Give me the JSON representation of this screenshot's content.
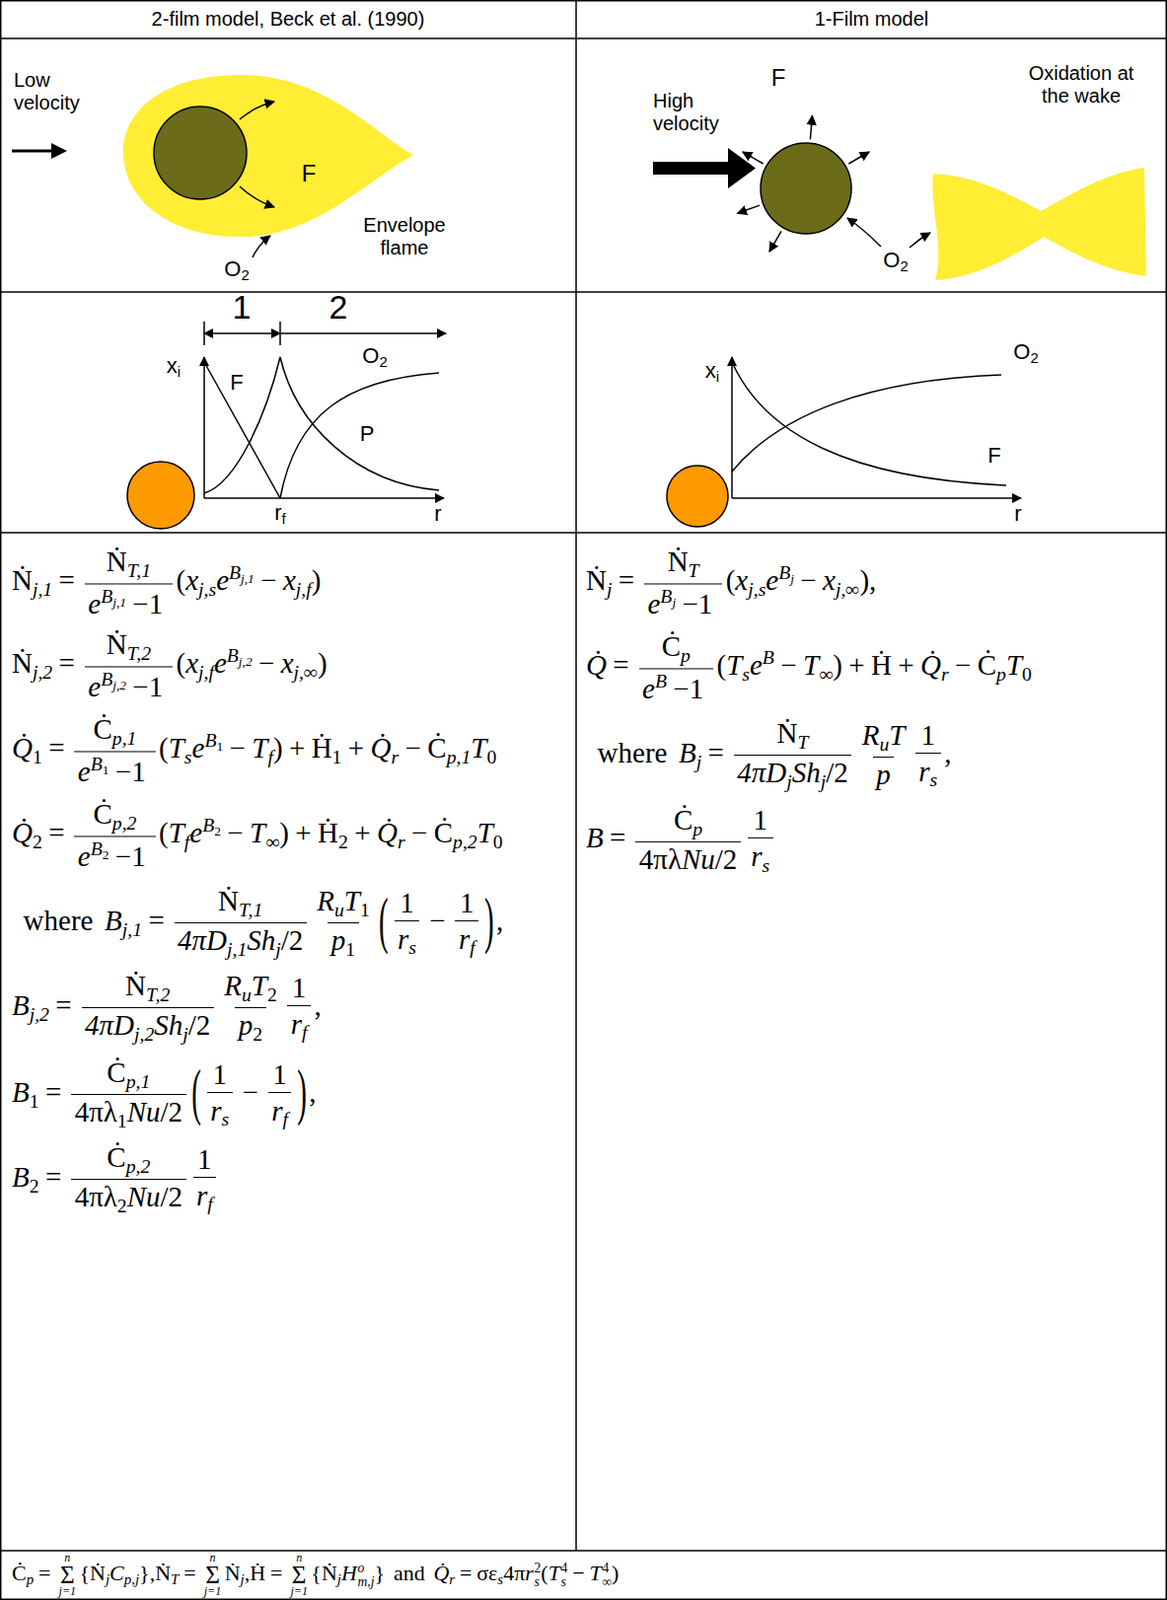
{
  "diagram": {
    "nodes": [
      {
        "text": [
          "2-film model, Beck et al. (1990)"
        ]
      },
      {
        "text": [
          "1-Film model"
        ]
      }
    ],
    "labels": [
      "Low velocity",
      "F",
      "Envelope flame",
      "O",
      "2",
      "High velocity",
      "F",
      "Oxidation at the wake",
      "O",
      "2",
      "1",
      "2",
      "x",
      "i",
      "F",
      "O",
      "2",
      "P",
      "r",
      "f",
      "r",
      "x",
      "i",
      "O",
      "2",
      "F",
      "r",
      "Ṅ",
      "j,1",
      "=",
      "Ṅ",
      "T,1",
      "e",
      "B",
      "j,1",
      "−1",
      "(",
      "x",
      "j,s",
      "e",
      "B",
      "j,1",
      "−",
      "x",
      "j,f",
      ")",
      "Ṅ",
      "j,2",
      "=",
      "Ṅ",
      "T,2",
      "e",
      "B",
      "j,2",
      "−1",
      "(",
      "x",
      "j,f",
      "e",
      "B",
      "j,2",
      "−",
      "x",
      "j,∞",
      ")",
      "Q̇",
      "1",
      "=",
      "Ċ",
      "p,1",
      "e",
      "B",
      "1",
      "−1",
      "(",
      "T",
      "s",
      "e",
      "B",
      "1",
      "−",
      "T",
      "f",
      ")",
      "+",
      "Ḣ",
      "1",
      "+",
      "Q̇",
      "r",
      "−",
      "Ċ",
      "p,1",
      "T",
      "0",
      "Q̇",
      "2",
      "=",
      "Ċ",
      "p,2",
      "e",
      "B",
      "2",
      "−1",
      "(",
      "T",
      "f",
      "e",
      "B",
      "2",
      "−",
      "T",
      "∞",
      ")",
      "+",
      "Ḣ",
      "2",
      "+",
      "Q̇",
      "r",
      "−",
      "Ċ",
      "p,2",
      "T",
      "0",
      "where",
      "B",
      "j,1",
      "=",
      "Ṅ",
      "T,1",
      "4πD",
      "j,1",
      "Sh",
      "j",
      "/2",
      "R",
      "u",
      "T",
      "1",
      "p",
      "1",
      "(",
      "1",
      "r",
      "s",
      "−",
      "1",
      "r",
      "f",
      ")",
      ",",
      "B",
      "j,2",
      "=",
      "Ṅ",
      "T,2",
      "4πD",
      "j,2",
      "Sh",
      "j",
      "/2",
      "R",
      "u",
      "T",
      "2",
      "p",
      "2",
      "1",
      "r",
      "f",
      ",",
      "B",
      "1",
      "=",
      "Ċ",
      "p,1",
      "4πλ",
      "1",
      "Nu",
      "/2",
      "(",
      "1",
      "r",
      "s",
      "−",
      "1",
      "r",
      "f",
      ")",
      ",",
      "B",
      "2",
      "=",
      "Ċ",
      "p,2",
      "4πλ",
      "2",
      "Nu",
      "/2",
      "1",
      "r",
      "f",
      "Ṅ",
      "j",
      "=",
      "Ṅ",
      "T",
      "e",
      "B",
      "j",
      "−1",
      "(",
      "x",
      "j,s",
      "e",
      "B",
      "j",
      "−",
      "x",
      "j,∞",
      ")",
      ",",
      "Q̇",
      "=",
      "Ċ",
      "p",
      "e",
      "B",
      "−1",
      "(",
      "T",
      "s",
      "e",
      "B",
      "−",
      "T",
      "∞",
      ")",
      "+",
      "Ḣ",
      "+",
      "Q̇",
      "r",
      "−",
      "Ċ",
      "p",
      "T",
      "0",
      "where",
      "B",
      "j",
      "=",
      "Ṅ",
      "T",
      "4πD",
      "j",
      "Sh",
      "j",
      "/2",
      "R",
      "u",
      "T",
      "p",
      "1",
      "r",
      "s",
      ",",
      "B",
      "=",
      "Ċ",
      "p",
      "4πλ",
      "Nu",
      "/2",
      "1",
      "r",
      "s",
      "Ċ",
      "p",
      "=",
      "Σ",
      "n",
      "j=1",
      "{",
      "Ṅ",
      "j",
      "C",
      "p,j",
      "}",
      ",",
      "Ṅ",
      "T",
      "=",
      "Σ",
      "n",
      "j=1",
      "Ṅ",
      "j",
      ",",
      "Ḣ",
      "=",
      "Σ",
      "n",
      "j=1",
      "{",
      "Ṅ",
      "j",
      "H",
      "o",
      "m,j",
      "}",
      "and",
      "Q̇",
      "r",
      "=",
      "σε",
      "s",
      "4π",
      "r",
      "2",
      "s",
      "(",
      "T",
      "4",
      "s",
      "−",
      "T",
      "4",
      "∞",
      ")"
    ]
  }
}
